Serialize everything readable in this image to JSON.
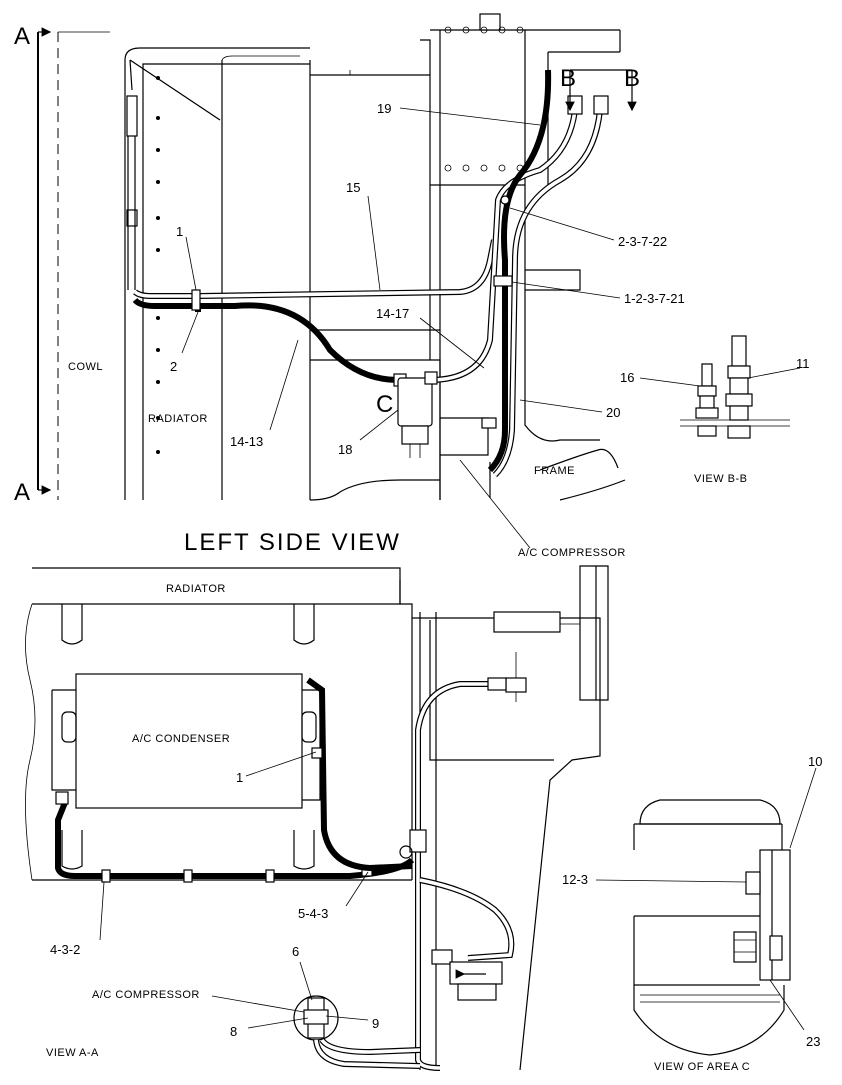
{
  "views": {
    "left_side": {
      "title": "LEFT SIDE VIEW",
      "section_marks": {
        "a": "A",
        "b": "B",
        "c": "C"
      },
      "labels": {
        "cowl": "COWL",
        "radiator": "RADIATOR",
        "frame": "FRAME",
        "compressor": "A/C COMPRESSOR"
      },
      "callouts": [
        "19",
        "15",
        "1",
        "2",
        "14-13",
        "14-17",
        "18",
        "2-3-7-22",
        "1-2-3-7-21",
        "20"
      ]
    },
    "b_b": {
      "title": "VIEW B-B",
      "callouts": [
        "16",
        "11"
      ]
    },
    "a_a": {
      "title": "VIEW A-A",
      "labels": {
        "radiator": "RADIATOR",
        "condenser": "A/C CONDENSER",
        "compressor": "A/C COMPRESSOR"
      },
      "callouts": [
        "1",
        "4-3-2",
        "5-4-3",
        "6",
        "8",
        "9"
      ]
    },
    "area_c": {
      "title": "VIEW OF AREA C",
      "callouts": [
        "10",
        "12-3",
        "23"
      ]
    }
  }
}
